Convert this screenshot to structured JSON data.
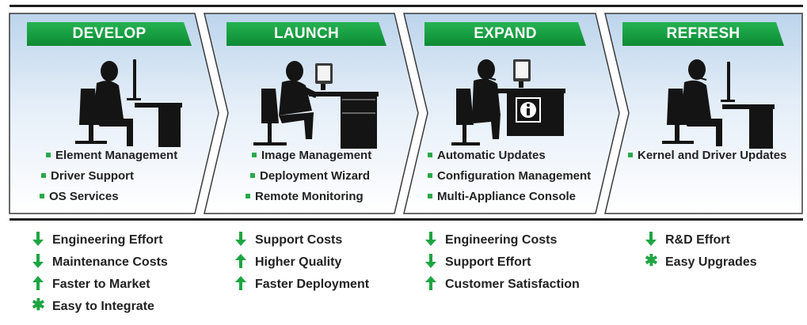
{
  "colors": {
    "accent_green": "#0f9a3b",
    "bullet_green": "#2aa84a",
    "arrow_green": "#1fa543",
    "panel_top": "#c9dcef",
    "panel_bottom": "#ffffff",
    "text": "#222222"
  },
  "stages": [
    {
      "label": "DEVELOP",
      "bullets": [
        "Element Management",
        "Driver Support",
        "OS Services"
      ]
    },
    {
      "label": "LAUNCH",
      "bullets": [
        "Image Management",
        "Deployment Wizard",
        "Remote Monitoring"
      ]
    },
    {
      "label": "EXPAND",
      "bullets": [
        "Automatic Updates",
        "Configuration Management",
        "Multi-Appliance Console"
      ]
    },
    {
      "label": "REFRESH",
      "bullets": [
        "Kernel and Driver Updates"
      ]
    }
  ],
  "benefits": [
    [
      {
        "icon": "down-arrow-icon",
        "text": "Engineering Effort"
      },
      {
        "icon": "down-arrow-icon",
        "text": "Maintenance Costs"
      },
      {
        "icon": "up-arrow-icon",
        "text": "Faster to Market"
      },
      {
        "icon": "asterisk-icon",
        "text": "Easy to Integrate"
      }
    ],
    [
      {
        "icon": "down-arrow-icon",
        "text": "Support Costs"
      },
      {
        "icon": "up-arrow-icon",
        "text": "Higher Quality"
      },
      {
        "icon": "up-arrow-icon",
        "text": "Faster Deployment"
      }
    ],
    [
      {
        "icon": "down-arrow-icon",
        "text": "Engineering Costs"
      },
      {
        "icon": "down-arrow-icon",
        "text": "Support Effort"
      },
      {
        "icon": "up-arrow-icon",
        "text": "Customer Satisfaction"
      }
    ],
    [
      {
        "icon": "down-arrow-icon",
        "text": "R&D Effort"
      },
      {
        "icon": "asterisk-icon",
        "text": "Easy Upgrades"
      }
    ]
  ],
  "illustrations": [
    "person-at-computer-icon",
    "person-at-computer-icon",
    "person-with-headset-info-icon",
    "person-with-headset-icon"
  ]
}
